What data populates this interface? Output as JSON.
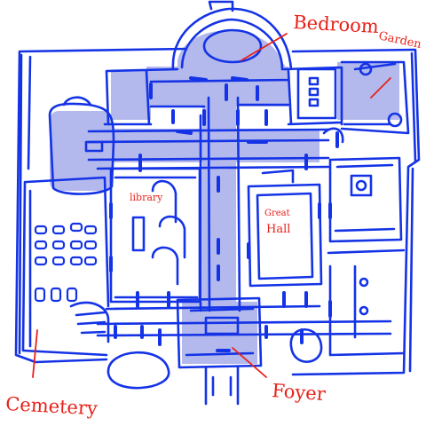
{
  "labels": {
    "bedroom": "Bedroom",
    "garden": "Garden",
    "library": "library",
    "great": "Great",
    "hall": "Hall",
    "cemetery": "Cemetery",
    "foyer": "Foyer"
  },
  "colors": {
    "ink": "#1433e6",
    "shade": "#b3b9ec",
    "label": "#e8211a",
    "background": "#ffffff"
  }
}
